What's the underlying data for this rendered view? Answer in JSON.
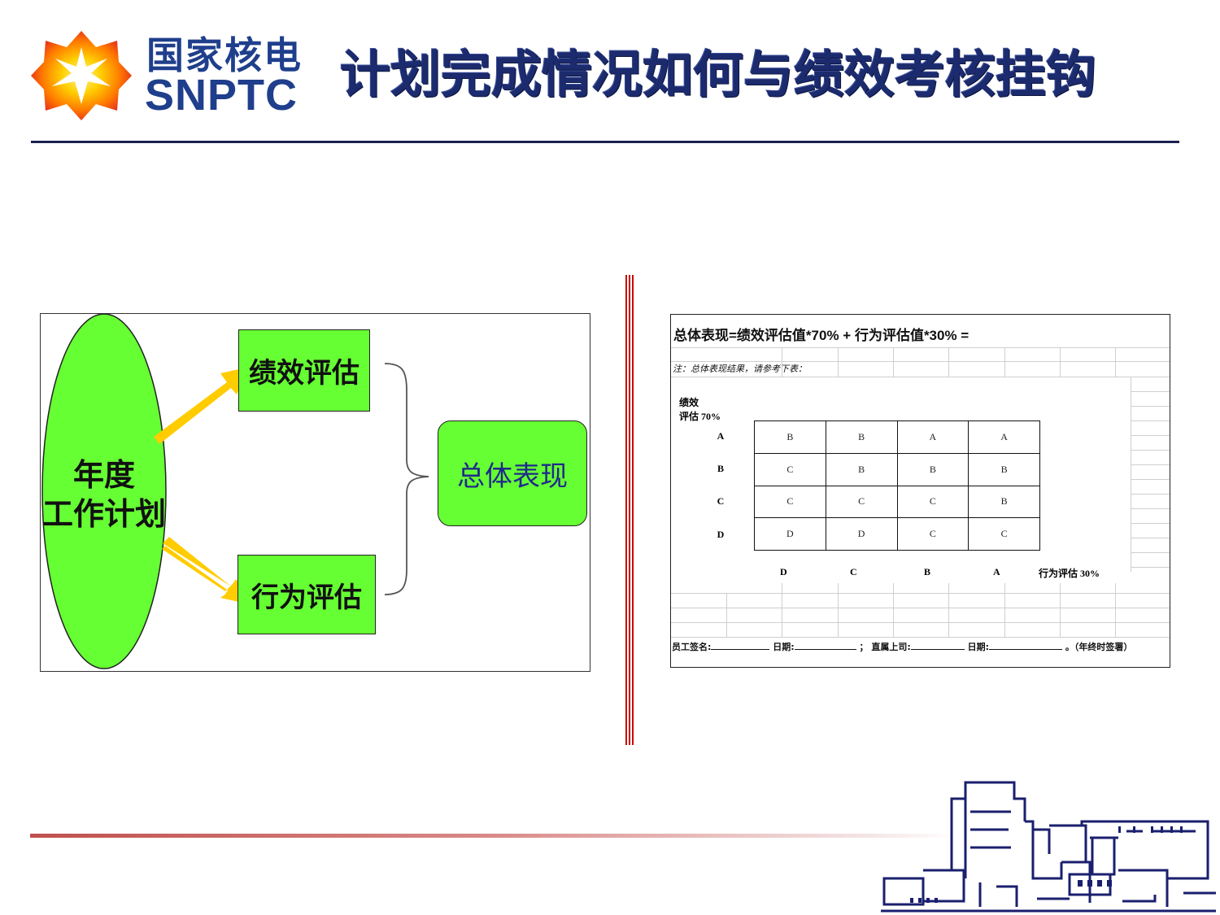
{
  "header": {
    "logo_cn": "国家核电",
    "logo_en": "SNPTC",
    "title": "计划完成情况如何与绩效考核挂钩"
  },
  "diagram": {
    "annual_plan_line1": "年度",
    "annual_plan_line2": "工作计划",
    "performance": "绩效评估",
    "behavior": "行为评估",
    "overall": "总体表现"
  },
  "form": {
    "formula": "总体表现=绩效评估值*70% + 行为评估值*30% =",
    "note": "注：总体表现结果，请参考下表：",
    "perf_axis_line1": "绩效",
    "perf_axis_line2": "评估 70%",
    "row_labels": [
      "A",
      "B",
      "C",
      "D"
    ],
    "matrix": [
      [
        "B",
        "B",
        "A",
        "A"
      ],
      [
        "C",
        "B",
        "B",
        "B"
      ],
      [
        "C",
        "C",
        "C",
        "B"
      ],
      [
        "D",
        "D",
        "C",
        "C"
      ]
    ],
    "col_labels": [
      "D",
      "C",
      "B",
      "A"
    ],
    "behav_axis": "行为评估 30%",
    "sign": {
      "employee": "员工签名:",
      "date1": "日期:",
      "sep": "；",
      "supervisor": "直属上司:",
      "date2": "日期:",
      "tail": "。（年终时签署）"
    }
  },
  "colors": {
    "brand_blue": "#1f3f8c",
    "title_navy": "#1c2b6e",
    "box_green": "#66ff33",
    "arrow_yellow": "#ffcc00",
    "divider_red": "#cc0000"
  }
}
